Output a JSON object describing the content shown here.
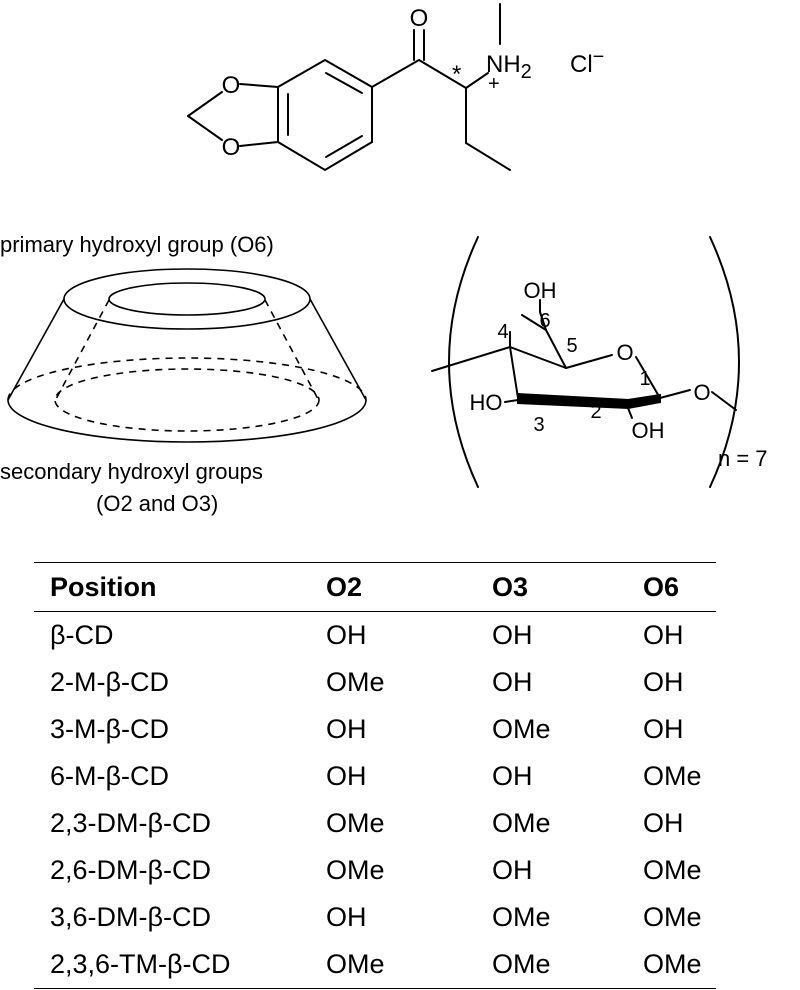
{
  "molecule": {
    "atom_O_carbonyl": "O",
    "atom_O_ring1": "O",
    "atom_O_ring2": "O",
    "atom_N": "NH",
    "sub_2": "2",
    "charge_plus": "+",
    "stereo_star": "*",
    "chloride": "Cl",
    "chloride_charge": "−"
  },
  "cyclodextrin": {
    "primary_label": "primary hydroxyl group (O6)",
    "secondary_label_1": "secondary hydroxyl groups",
    "secondary_label_2": "(O2 and O3)"
  },
  "glucose_unit": {
    "oh_top": "OH",
    "oh_left": "HO",
    "oh_bottom": "OH",
    "ring_O": "O",
    "bridge_O": "O",
    "c1": "1",
    "c2": "2",
    "c3": "3",
    "c4": "4",
    "c5": "5",
    "c6": "6",
    "repeat": "n = 7"
  },
  "table": {
    "headers": [
      "Position",
      "O2",
      "O3",
      "O6"
    ],
    "rows": [
      [
        "β-CD",
        "OH",
        "OH",
        "OH"
      ],
      [
        "2-M-β-CD",
        "OMe",
        "OH",
        "OH"
      ],
      [
        "3-M-β-CD",
        "OH",
        "OMe",
        "OH"
      ],
      [
        "6-M-β-CD",
        "OH",
        "OH",
        "OMe"
      ],
      [
        "2,3-DM-β-CD",
        "OMe",
        "OMe",
        "OH"
      ],
      [
        "2,6-DM-β-CD",
        "OMe",
        "OH",
        "OMe"
      ],
      [
        "3,6-DM-β-CD",
        "OH",
        "OMe",
        "OMe"
      ],
      [
        "2,3,6-TM-β-CD",
        "OMe",
        "OMe",
        "OMe"
      ]
    ]
  }
}
